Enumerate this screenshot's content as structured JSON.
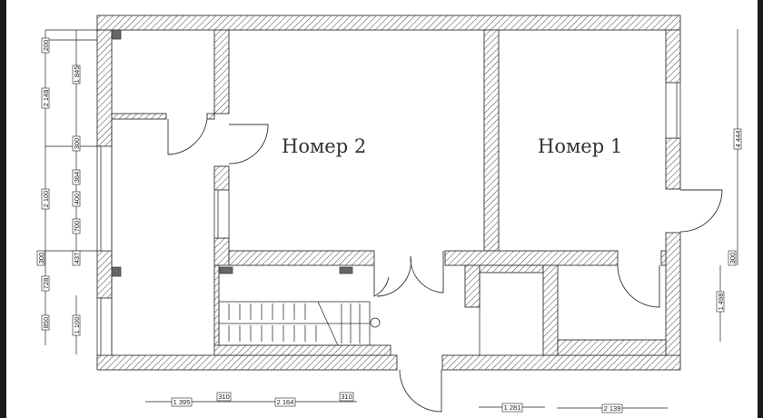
{
  "plan": {
    "rooms": [
      {
        "id": "room-2",
        "label": "Номер 2"
      },
      {
        "id": "room-1",
        "label": "Номер 1"
      }
    ],
    "dimensions": {
      "left_outer": [
        "200",
        "2 148",
        "2 100",
        "300",
        "728",
        "850"
      ],
      "left_inner": [
        "1 845",
        "300",
        "364",
        "400",
        "700",
        "437",
        "1 100"
      ],
      "bottom_left": [
        "1 395",
        "310",
        "2 164",
        "310"
      ],
      "bottom_right": [
        "1 281",
        "2 139"
      ],
      "right": [
        "4 444",
        "300",
        "1 498"
      ]
    },
    "colors": {
      "wall_stroke": "#333333",
      "hatch": "#555555",
      "column_fill": "#666666",
      "frame": "#1a1a1a"
    }
  }
}
